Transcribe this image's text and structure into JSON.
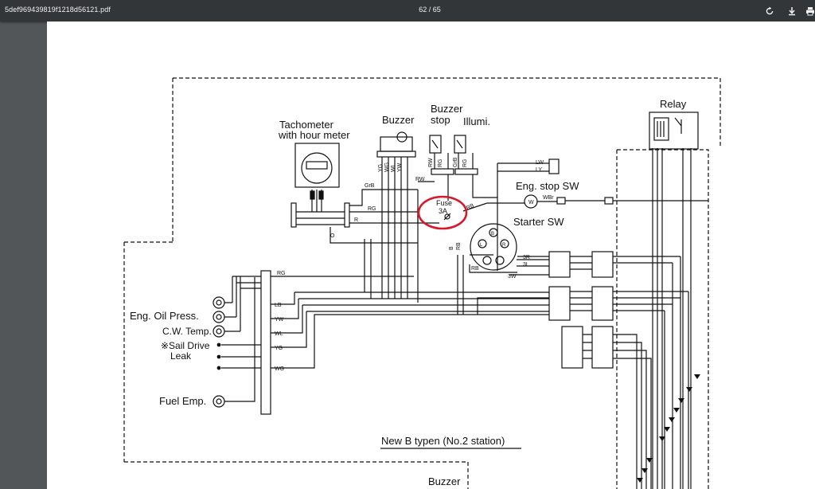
{
  "viewer": {
    "file_name": "5def969439819f1218d56121.pdf",
    "page_indicator": "62 / 65",
    "icons": [
      "rotate-icon",
      "download-icon",
      "print-icon"
    ]
  },
  "diagram": {
    "labels": {
      "relay": "Relay",
      "tachometer_1": "Tachometer",
      "tachometer_2": "with hour meter",
      "buzzer": "Buzzer",
      "buzzer_stop_1": "Buzzer",
      "buzzer_stop_2": "stop",
      "illumi": "Illumi.",
      "eng_stop_sw": "Eng. stop SW",
      "starter_sw": "Starter SW",
      "fuse_1": "Fuse",
      "fuse_2": "3A",
      "eng_oil_press": "Eng. Oil Press.",
      "cw_temp": "C.W. Temp.",
      "sail_drive_1": "※Sail Drive",
      "sail_drive_2": "Leak",
      "fuel_emp": "Fuel Emp.",
      "caption": "New B typen (No.2 station)",
      "buzzer_bottom": "Buzzer"
    },
    "wire_codes": {
      "grb": "GrB",
      "rg_top": "RG",
      "r": "R",
      "o": "O",
      "yg": "YG",
      "wg": "WG",
      "wl": "WL",
      "yw": "YW",
      "rw_buzzer": "RW",
      "rg_buzzer": "RG",
      "grb_illumi": "GrB",
      "rg_illumi": "RG",
      "rw_line": "RW",
      "rb_fuse": "RB",
      "lw": "LW",
      "ly": "LY",
      "w": "W",
      "wbr": "WBr",
      "b": "B",
      "rb_vert": "RB",
      "rb_sw": "RB",
      "sw_3r": "3R",
      "sw_3l": "3L",
      "sw_3w": "3W",
      "rg_left": "RG",
      "lb": "LB",
      "yw_left": "YW",
      "wl_left": "WL",
      "yg_left": "YG",
      "wg_left": "WG",
      "sw_b": "B",
      "sw_l": "L",
      "sw_r": "R"
    },
    "highlight_color": "#d6192b"
  }
}
